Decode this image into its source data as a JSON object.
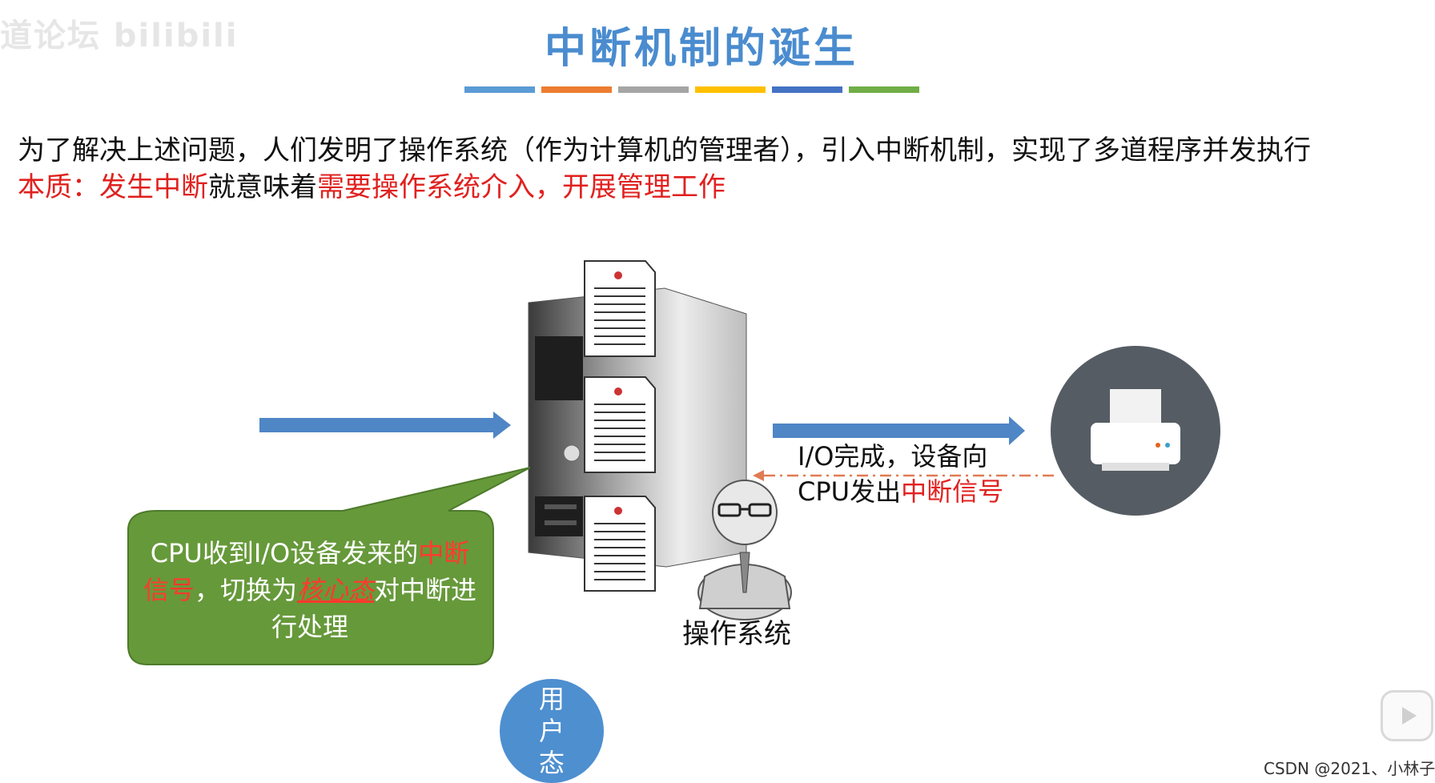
{
  "watermark": "道论坛 bilibili",
  "title": "中断机制的诞生",
  "deco_colors": [
    "#5b9bd5",
    "#ed7d31",
    "#a5a5a5",
    "#ffc000",
    "#4472c4",
    "#70ad47"
  ],
  "line1": "为了解决上述问题，人们发明了操作系统（作为计算机的管理者），引入中断机制，实现了多道程序并发执行",
  "line2": {
    "part1": "本质：发生中断",
    "part2": "就意味着",
    "part3": "需要操作系统介入，开展管理工作"
  },
  "callout": {
    "part1": "CPU收到I/O设备发来的",
    "part2": "中断信号",
    "part3": "，切换为",
    "part4": "核心态",
    "part5": "对中断进行处理"
  },
  "io_note": {
    "line1": "I/O完成，设备向",
    "part2a": "CPU发出",
    "part2b": "中断信号"
  },
  "os_label": "操作系统",
  "user_mode": "用户态",
  "csdn": "CSDN @2021、小林子",
  "icons": [
    "server-icon",
    "document-icon",
    "printer-icon",
    "person-icon",
    "arrow-right-icon",
    "play-icon"
  ]
}
